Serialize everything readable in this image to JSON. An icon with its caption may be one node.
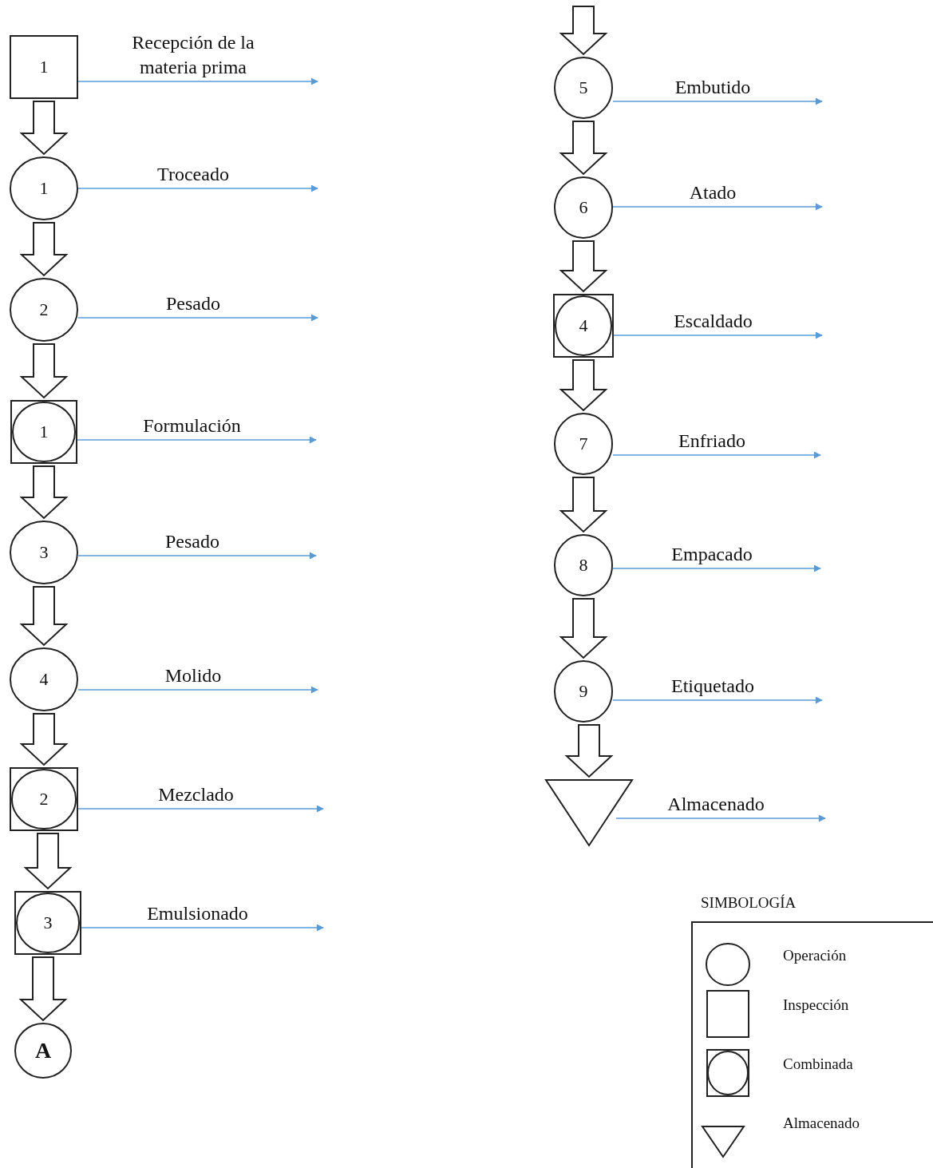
{
  "diagram": {
    "nodes": [
      {
        "text": [
          "1"
        ]
      },
      {
        "text": [
          "1"
        ]
      },
      {
        "text": [
          "2"
        ]
      },
      {
        "text": [
          "1"
        ]
      },
      {
        "text": [
          "3"
        ]
      },
      {
        "text": [
          "4"
        ]
      },
      {
        "text": [
          "2"
        ]
      },
      {
        "text": [
          "3"
        ]
      },
      {
        "text": [
          "A"
        ]
      },
      {
        "text": [
          "5"
        ]
      },
      {
        "text": [
          "6"
        ]
      },
      {
        "text": [
          "4"
        ]
      },
      {
        "text": [
          "7"
        ]
      },
      {
        "text": [
          "8"
        ]
      },
      {
        "text": [
          "9"
        ]
      },
      {
        "text": [],
        "shape": "triangle"
      }
    ],
    "edges": [
      {
        "from": 0,
        "to": 1,
        "arrow": "to"
      },
      {
        "from": 1,
        "to": 2,
        "arrow": "to"
      },
      {
        "from": 2,
        "to": 3,
        "arrow": "to"
      },
      {
        "from": 3,
        "to": 4,
        "arrow": "to"
      },
      {
        "from": 4,
        "to": 5,
        "arrow": "to"
      },
      {
        "from": 5,
        "to": 6,
        "arrow": "to"
      },
      {
        "from": 6,
        "to": 7,
        "arrow": "to"
      },
      {
        "from": 7,
        "to": 8,
        "arrow": "to"
      },
      {
        "from": null,
        "to": 9,
        "arrow": "to"
      },
      {
        "from": 9,
        "to": 10,
        "arrow": "to"
      },
      {
        "from": 10,
        "to": 11,
        "arrow": "to"
      },
      {
        "from": 11,
        "to": 12,
        "arrow": "to"
      },
      {
        "from": 12,
        "to": 13,
        "arrow": "to"
      },
      {
        "from": 13,
        "to": 14,
        "arrow": "to"
      },
      {
        "from": 14,
        "to": 15,
        "arrow": "to"
      },
      {
        "from": 0,
        "to": null,
        "arrow": "to",
        "label": "Recepción de la materia prima",
        "color": "#5b9bd5"
      },
      {
        "from": 1,
        "to": null,
        "arrow": "to",
        "label": "Troceado",
        "color": "#5b9bd5"
      },
      {
        "from": 2,
        "to": null,
        "arrow": "to",
        "label": "Pesado",
        "color": "#5b9bd5"
      },
      {
        "from": 3,
        "to": null,
        "arrow": "to",
        "label": "Formulación",
        "color": "#5b9bd5"
      },
      {
        "from": 4,
        "to": null,
        "arrow": "to",
        "label": "Pesado",
        "color": "#5b9bd5"
      },
      {
        "from": 5,
        "to": null,
        "arrow": "to",
        "label": "Molido",
        "color": "#5b9bd5"
      },
      {
        "from": 6,
        "to": null,
        "arrow": "to",
        "label": "Mezclado",
        "color": "#5b9bd5"
      },
      {
        "from": 7,
        "to": null,
        "arrow": "to",
        "label": "Emulsionado",
        "color": "#5b9bd5"
      },
      {
        "from": 9,
        "to": null,
        "arrow": "to",
        "label": "Embutido",
        "color": "#5b9bd5"
      },
      {
        "from": 10,
        "to": null,
        "arrow": "to",
        "label": "Atado",
        "color": "#5b9bd5"
      },
      {
        "from": 11,
        "to": null,
        "arrow": "to",
        "label": "Escaldado",
        "color": "#5b9bd5"
      },
      {
        "from": 12,
        "to": null,
        "arrow": "to",
        "label": "Enfriado",
        "color": "#5b9bd5"
      },
      {
        "from": 13,
        "to": null,
        "arrow": "to",
        "label": "Empacado",
        "color": "#5b9bd5"
      },
      {
        "from": 14,
        "to": null,
        "arrow": "to",
        "label": "Etiquetado",
        "color": "#5b9bd5"
      },
      {
        "from": 15,
        "to": null,
        "arrow": "to",
        "label": "Almacenado",
        "color": "#5b9bd5"
      }
    ],
    "labels": [
      "SIMBOLOGÍA"
    ],
    "legend": [
      {
        "text": "Operación"
      },
      {
        "text": "Inspección"
      },
      {
        "text": "Combinada"
      },
      {
        "text": "Almacenado"
      }
    ]
  }
}
